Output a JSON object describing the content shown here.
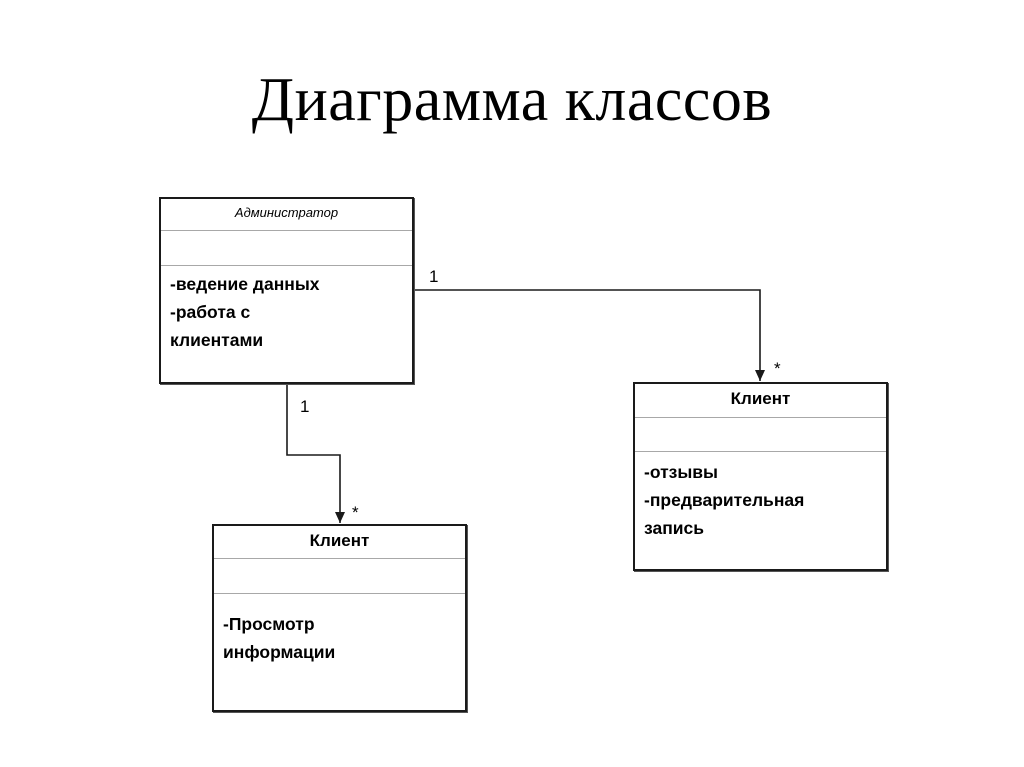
{
  "title": "Диаграмма классов",
  "classes": {
    "administrator": {
      "name": "Администратор",
      "operations": [
        "-ведение  данных",
        "-работа с",
        "клиентами"
      ]
    },
    "client_left": {
      "name": "Клиент",
      "operations": [
        "-Просмотр",
        "информации"
      ]
    },
    "client_right": {
      "name": "Клиент",
      "operations": [
        "-отзывы",
        "-предварительная",
        "запись"
      ]
    }
  },
  "associations": {
    "admin_to_client_right": {
      "source_multiplicity": "1",
      "target_multiplicity": "*"
    },
    "admin_to_client_left": {
      "source_multiplicity": "1",
      "target_multiplicity": "*"
    }
  },
  "colors": {
    "line": "#1a1a1a",
    "divider": "#a8a8a8",
    "background": "#ffffff"
  }
}
